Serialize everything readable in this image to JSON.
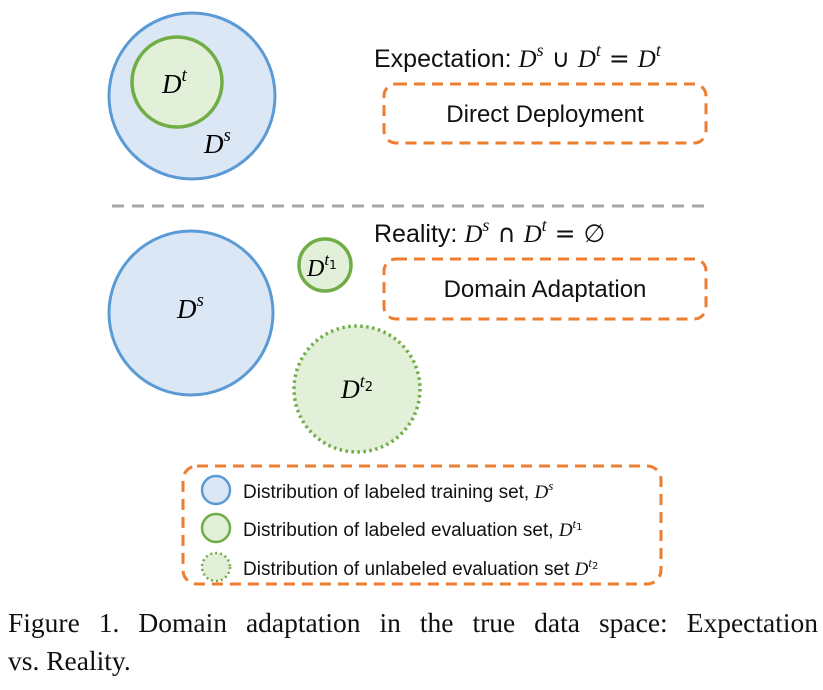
{
  "top_section": {
    "expectation_label": "Expectation:",
    "expectation_formula": "D^s ∪ D^t = D^t",
    "outer_circle_label": "D^s",
    "inner_circle_label": "D^t",
    "box_label": "Direct Deployment"
  },
  "bottom_section": {
    "reality_label": "Reality:",
    "reality_formula": "D^s ∩ D^t = ∅",
    "source_circle_label": "D^s",
    "target1_circle_label": "D^{t_1}",
    "target2_circle_label": "D^{t_2}",
    "box_label": "Domain Adaptation"
  },
  "legend": {
    "items": [
      {
        "text": "Distribution of labeled training set,",
        "symbol": "D^s",
        "style": "blue-solid"
      },
      {
        "text": "Distribution of labeled evaluation set,",
        "symbol": "D^{t_1}",
        "style": "green-solid"
      },
      {
        "text": "Distribution of unlabeled evaluation set",
        "symbol": "D^{t_2}",
        "style": "green-dotted"
      }
    ]
  },
  "caption": {
    "line1": "Figure 1. Domain adaptation in the true data space: Expectation",
    "line2": "vs. Reality."
  },
  "colors": {
    "blue_stroke": "#5b9bd5",
    "blue_fill": "#dbe7f5",
    "green_stroke": "#70ad47",
    "green_fill": "#e2efd9",
    "orange_dash": "#ed7d31",
    "gray_dash": "#a6a6a6",
    "text": "#111111"
  }
}
